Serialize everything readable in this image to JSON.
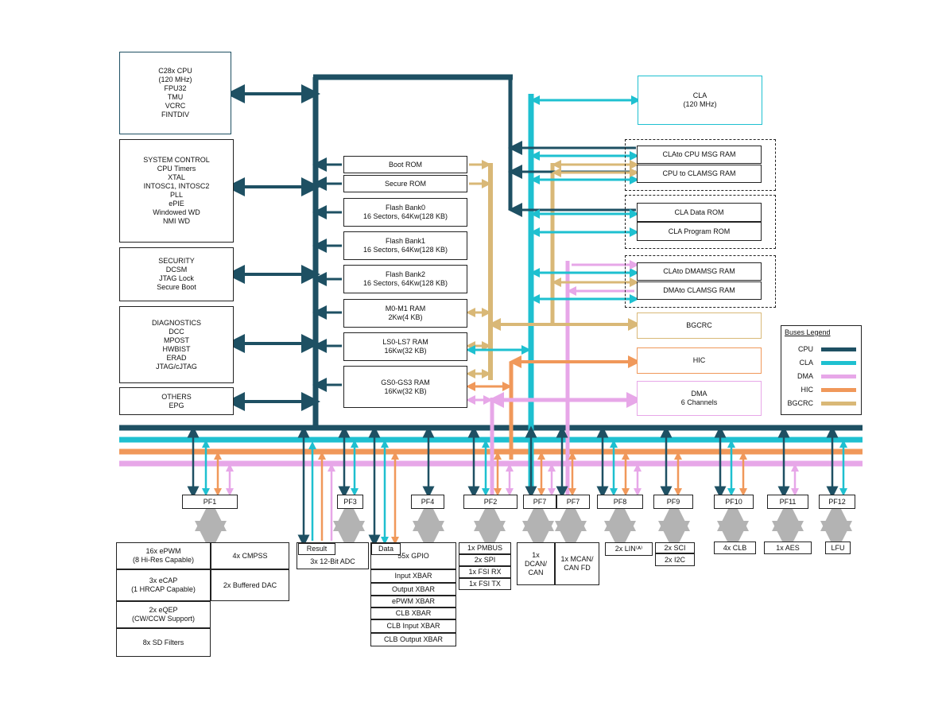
{
  "colors": {
    "cpu": "#1e5063",
    "cla": "#1ec0d0",
    "dma": "#e7a7e8",
    "hic": "#f0985a",
    "bgcrc": "#d9b877",
    "gray": "#b3b3b3"
  },
  "left_blocks": {
    "cpu": "C28x CPU\n(120 MHz)\nFPU32\nTMU\nVCRC\nFINTDIV",
    "system_control": "SYSTEM CONTROL\nCPU Timers\nXTAL\nINTOSC1, INTOSC2\nPLL\nePIE\nWindowed WD\nNMI WD",
    "security": "SECURITY\nDCSM\nJTAG Lock\nSecure Boot",
    "diagnostics": "DIAGNOSTICS\nDCC\nMPOST\nHWBIST\nERAD\nJTAG/cJTAG",
    "others": "OTHERS\nEPG"
  },
  "memory": {
    "boot_rom": "Boot ROM",
    "secure_rom": "Secure ROM",
    "flash0": "Flash Bank0\n16 Sectors, 64Kw(128 KB)",
    "flash1": "Flash Bank1\n16 Sectors, 64Kw(128 KB)",
    "flash2": "Flash Bank2\n16 Sectors, 64Kw(128 KB)",
    "m0m1": "M0-M1 RAM\n2Kw(4 KB)",
    "ls": "LS0-LS7 RAM\n16Kw(32 KB)",
    "gs": "GS0-GS3 RAM\n16Kw(32 KB)"
  },
  "right_blocks": {
    "cla": "CLA\n(120 MHz)",
    "cla_to_cpu": "CLAto CPU MSG RAM",
    "cpu_to_cla": "CPU to CLAMSG RAM",
    "cla_data_rom": "CLA Data ROM",
    "cla_prog_rom": "CLA Program ROM",
    "cla_to_dma": "CLAto DMAMSG RAM",
    "dma_to_cla": "DMAto CLAMSG RAM",
    "bgcrc": "BGCRC",
    "hic": "HIC",
    "dma": "DMA\n6 Channels"
  },
  "legend": {
    "title": "Buses Legend",
    "items": [
      {
        "label": "CPU",
        "color": "#1e5063"
      },
      {
        "label": "CLA",
        "color": "#1ec0d0"
      },
      {
        "label": "DMA",
        "color": "#e7a7e8"
      },
      {
        "label": "HIC",
        "color": "#f0985a"
      },
      {
        "label": "BGCRC",
        "color": "#d9b877"
      }
    ]
  },
  "pf": [
    "PF1",
    "PF3",
    "PF4",
    "PF2",
    "PF7",
    "PF7",
    "PF8",
    "PF9",
    "PF10",
    "PF11",
    "PF12"
  ],
  "periph": {
    "epwm": "16x ePWM\n(8 Hi-Res Capable)",
    "cmpss": "4x CMPSS",
    "ecap": "3x eCAP\n(1 HRCAP Capable)",
    "dac": "2x Buffered DAC",
    "eqep": "2x eQEP\n(CW/CCW Support)",
    "sd": "8x SD Filters",
    "result": "Result",
    "adc": "3x 12-Bit ADC",
    "data": "Data",
    "gpio": "55x GPIO",
    "input_xbar": "Input XBAR",
    "output_xbar": "Output XBAR",
    "epwm_xbar": "ePWM XBAR",
    "clb_xbar": "CLB XBAR",
    "clb_input_xbar": "CLB Input XBAR",
    "clb_output_xbar": "CLB Output XBAR",
    "pmbus": "1x PMBUS",
    "spi": "2x SPI",
    "fsirx": "1x FSI RX",
    "fsitx": "1x FSI TX",
    "dcan": "1x\nDCAN/\nCAN",
    "mcan": "1x MCAN/\nCAN FD",
    "lin": "2x LIN⁽ᴬ⁾",
    "sci": "2x SCI",
    "i2c": "2x I2C",
    "clb": "4x CLB",
    "aes": "1x AES",
    "lfu": "LFU"
  }
}
